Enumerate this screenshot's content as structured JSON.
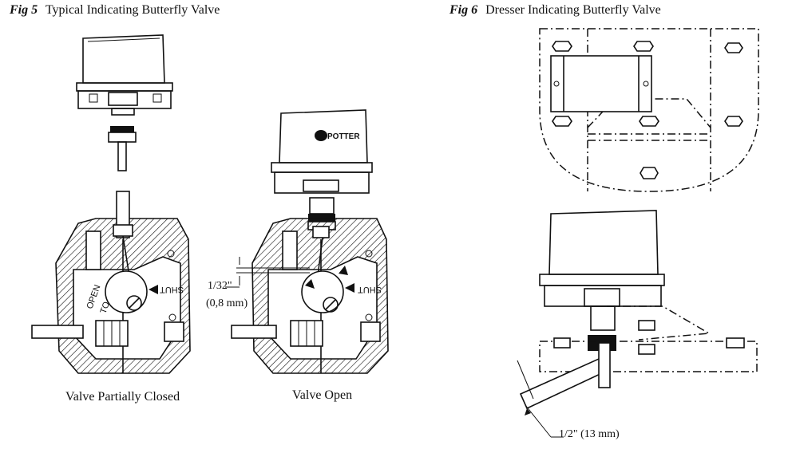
{
  "fig5": {
    "number": "Fig 5",
    "title": "Typical Indicating Butterfly Valve",
    "label_closed": "Valve Partially Closed",
    "label_open": "Valve Open",
    "gap_in": "1/32\"",
    "gap_mm": "(0,8 mm)",
    "text_open": "OPEN",
    "text_to": "TO",
    "text_shut": "SHUT",
    "brand": "POTTER"
  },
  "fig6": {
    "number": "Fig 6",
    "title": "Dresser Indicating Butterfly Valve",
    "dimension": "1/2\" (13 mm)"
  }
}
